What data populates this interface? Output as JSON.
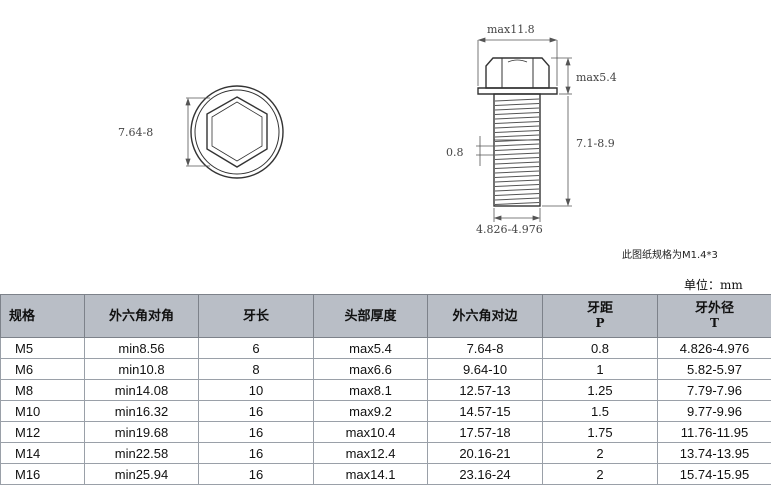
{
  "drawing": {
    "dim_max_width": "max11.8",
    "dim_head_thickness": "max5.4",
    "dim_hex_across_flats": "7.64-8",
    "dim_pitch": "0.8",
    "dim_thread_length": "7.1-8.9",
    "dim_thread_diameter": "4.826-4.976"
  },
  "note": "此图纸规格为M1.4*3",
  "unit": "单位：mm",
  "table": {
    "headers": [
      {
        "label": "规格",
        "sub": ""
      },
      {
        "label": "外六角对角",
        "sub": ""
      },
      {
        "label": "牙长",
        "sub": ""
      },
      {
        "label": "头部厚度",
        "sub": ""
      },
      {
        "label": "外六角对边",
        "sub": ""
      },
      {
        "label": "牙距",
        "sub": "P"
      },
      {
        "label": "牙外径",
        "sub": "T"
      }
    ],
    "rows": [
      [
        "M5",
        "min8.56",
        "6",
        "max5.4",
        "7.64-8",
        "0.8",
        "4.826-4.976"
      ],
      [
        "M6",
        "min10.8",
        "8",
        "max6.6",
        "9.64-10",
        "1",
        "5.82-5.97"
      ],
      [
        "M8",
        "min14.08",
        "10",
        "max8.1",
        "12.57-13",
        "1.25",
        "7.79-7.96"
      ],
      [
        "M10",
        "min16.32",
        "16",
        "max9.2",
        "14.57-15",
        "1.5",
        "9.77-9.96"
      ],
      [
        "M12",
        "min19.68",
        "16",
        "max10.4",
        "17.57-18",
        "1.75",
        "11.76-11.95"
      ],
      [
        "M14",
        "min22.58",
        "16",
        "max12.4",
        "20.16-21",
        "2",
        "13.74-13.95"
      ],
      [
        "M16",
        "min25.94",
        "16",
        "max14.1",
        "23.16-24",
        "2",
        "15.74-15.95"
      ]
    ]
  }
}
